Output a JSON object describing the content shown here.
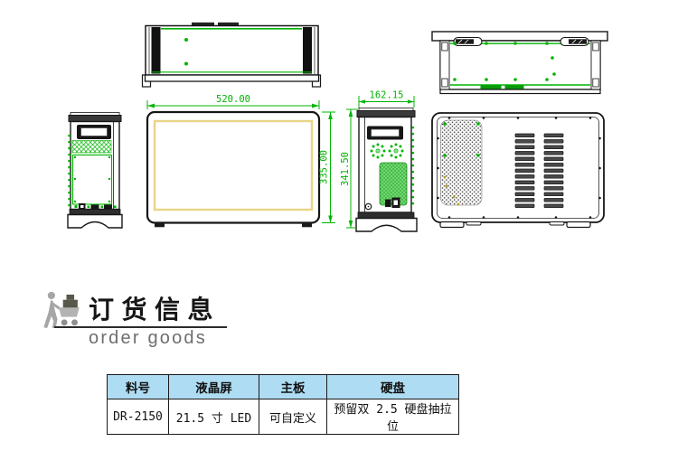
{
  "drawing": {
    "dimensions": {
      "front_width_mm": "520.00",
      "front_height_mm": "335.00",
      "side_height_mm": "341.50",
      "side_depth_mm": "162.15"
    }
  },
  "logo": {
    "title": "订货信息",
    "subtitle": "order goods"
  },
  "table": {
    "headers": [
      "料号",
      "液晶屏",
      "主板",
      "硬盘"
    ],
    "rows": [
      [
        "DR-2150",
        "21.5 寸 LED",
        "可自定义",
        "预留双 2.5 硬盘抽拉位"
      ]
    ]
  },
  "colors": {
    "cad_green": "#00b400",
    "screen_border_yellow": "#e9d586",
    "table_header_blue": "#aedcf2",
    "line_black": "#161616",
    "logo_gray": "#a6a6a6"
  }
}
